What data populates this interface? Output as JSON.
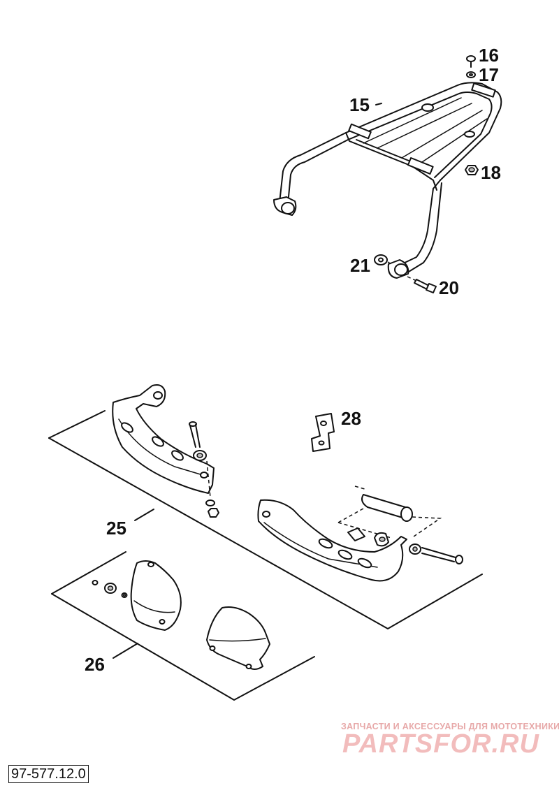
{
  "callouts": {
    "c15": "15",
    "c16": "16",
    "c17": "17",
    "c18": "18",
    "c20": "20",
    "c21": "21",
    "c25": "25",
    "c26": "26",
    "c28": "28"
  },
  "reference_code": "97-577.12.0",
  "watermark": {
    "tagline": "ЗАПЧАСТИ И АКСЕССУАРЫ ДЛЯ МОТОТЕХНИКИ",
    "logo": "PARTSFOR.RU"
  }
}
